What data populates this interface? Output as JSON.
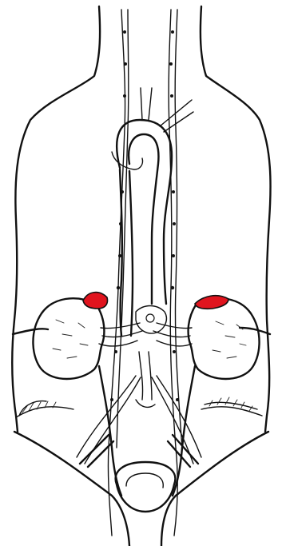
{
  "diagram": {
    "style": "black line drawing on white background",
    "highlight_color": "#e0141e",
    "ink_color": "#111111",
    "highlighted_parts": [
      "left-adrenal-gland",
      "right-adrenal-gland"
    ],
    "depicted_parts": [
      "torso-outline",
      "aortic-arch",
      "descending-aorta",
      "vena-cava",
      "left-kidney",
      "right-kidney",
      "renal-vessels",
      "ureters",
      "urinary-bladder",
      "pelvic-floor",
      "spinal-nerve-chains"
    ]
  }
}
